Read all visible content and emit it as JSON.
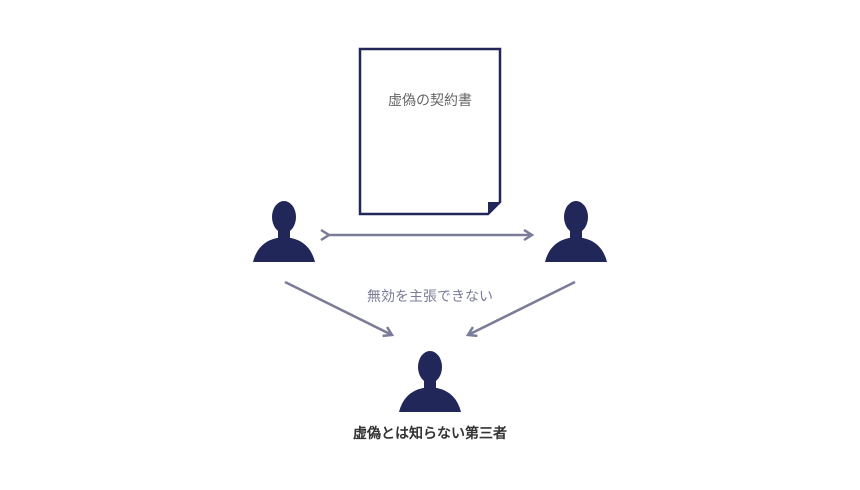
{
  "document": {
    "title": "虚偽の契約書"
  },
  "relation_label": "無効を主張できない",
  "third_party_label": "虚偽とは知らない第三者",
  "colors": {
    "person": "#22275a",
    "arrow": "#7a7c98",
    "doc_border": "#22275a",
    "doc_text": "#666666",
    "label_text": "#333333"
  }
}
